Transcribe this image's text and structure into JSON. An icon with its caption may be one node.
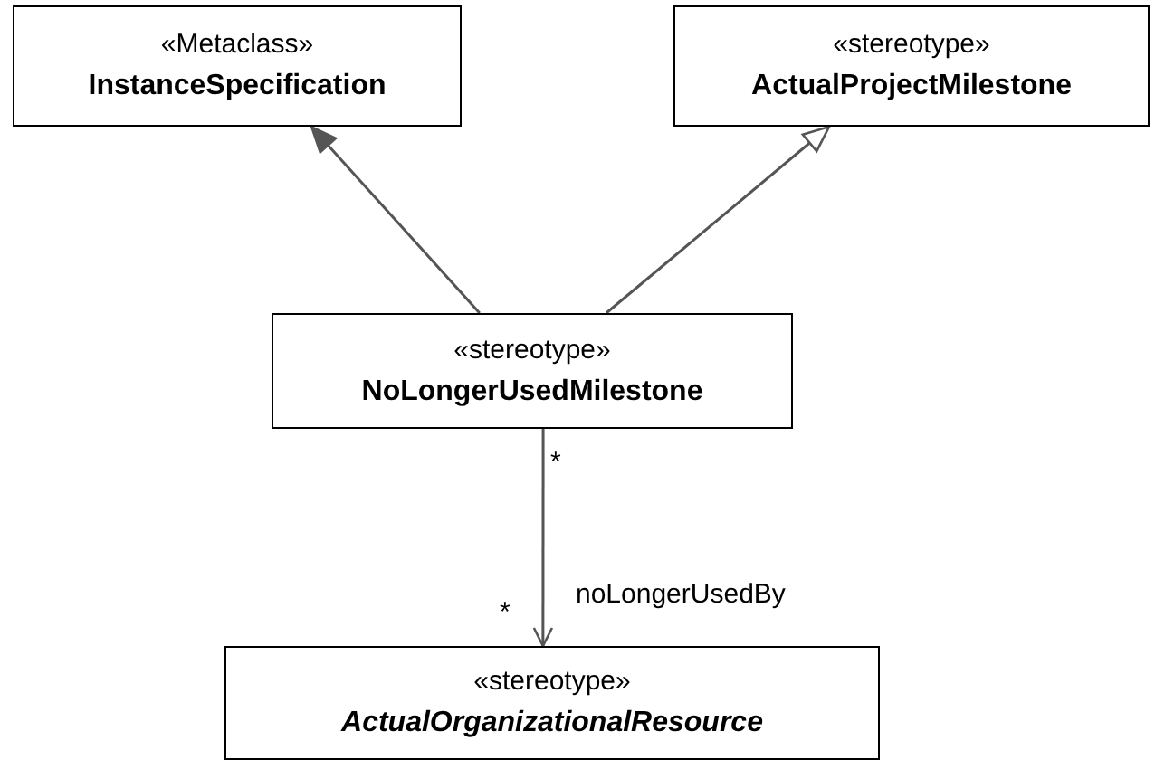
{
  "diagram": {
    "nodes": [
      {
        "text": [
          "«Metaclass»",
          "InstanceSpecification"
        ]
      },
      {
        "text": [
          "«stereotype»",
          "ActualProjectMilestone"
        ]
      },
      {
        "text": [
          "«stereotype»",
          "NoLongerUsedMilestone"
        ]
      },
      {
        "text": [
          "«stereotype»",
          "ActualOrganizationalResource"
        ]
      }
    ],
    "edges": [
      {
        "from": 2,
        "to": 0,
        "arrow": "to"
      },
      {
        "from": 2,
        "to": 1,
        "arrow": "to"
      },
      {
        "from": 2,
        "to": 3,
        "arrow": "to",
        "label": "noLongerUsedBy"
      }
    ],
    "labels": [
      "*",
      "*"
    ]
  }
}
